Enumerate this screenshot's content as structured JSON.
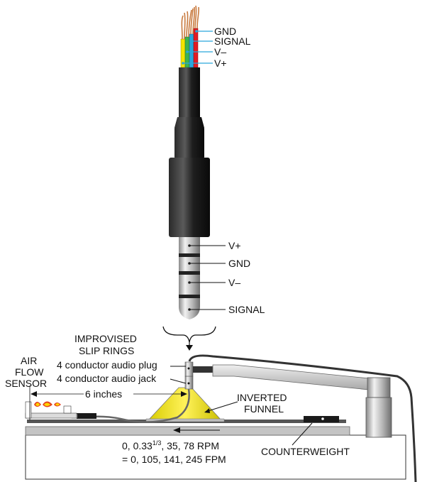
{
  "wire_labels": {
    "gnd": "GND",
    "signal": "SIGNAL",
    "v_minus": "V–",
    "v_plus": "V+"
  },
  "plug_labels": {
    "v_plus": "V+",
    "gnd": "GND",
    "v_minus": "V–",
    "signal": "SIGNAL"
  },
  "slip_rings": {
    "line1": "IMPROVISED",
    "line2": "SLIP RINGS"
  },
  "audio": {
    "plug": "4 conductor audio plug",
    "jack": "4 conductor audio jack"
  },
  "sensor": {
    "line1": "AIR",
    "line2": "FLOW",
    "line3": "SENSOR"
  },
  "distance": "6 inches",
  "funnel": {
    "line1": "INVERTED",
    "line2": "FUNNEL"
  },
  "counterweight": "COUNTERWEIGHT",
  "speeds": {
    "rpm_prefix": "0, 0.33",
    "rpm_sup": "1/3",
    "rpm_suffix": ", 35, 78 RPM",
    "fpm": "= 0, 105, 141, 245 FPM"
  },
  "colors": {
    "cable": "#1a1a1a",
    "metal": "#c0c0c0",
    "funnel": "#f2e400",
    "wire_red": "#e31b23",
    "wire_blue": "#2aa7dc",
    "wire_yellow": "#f5e400",
    "wire_green": "#3fb34f",
    "copper": "#c87a3e",
    "flame_red": "#e4411f",
    "flame_yellow": "#ffd400"
  }
}
